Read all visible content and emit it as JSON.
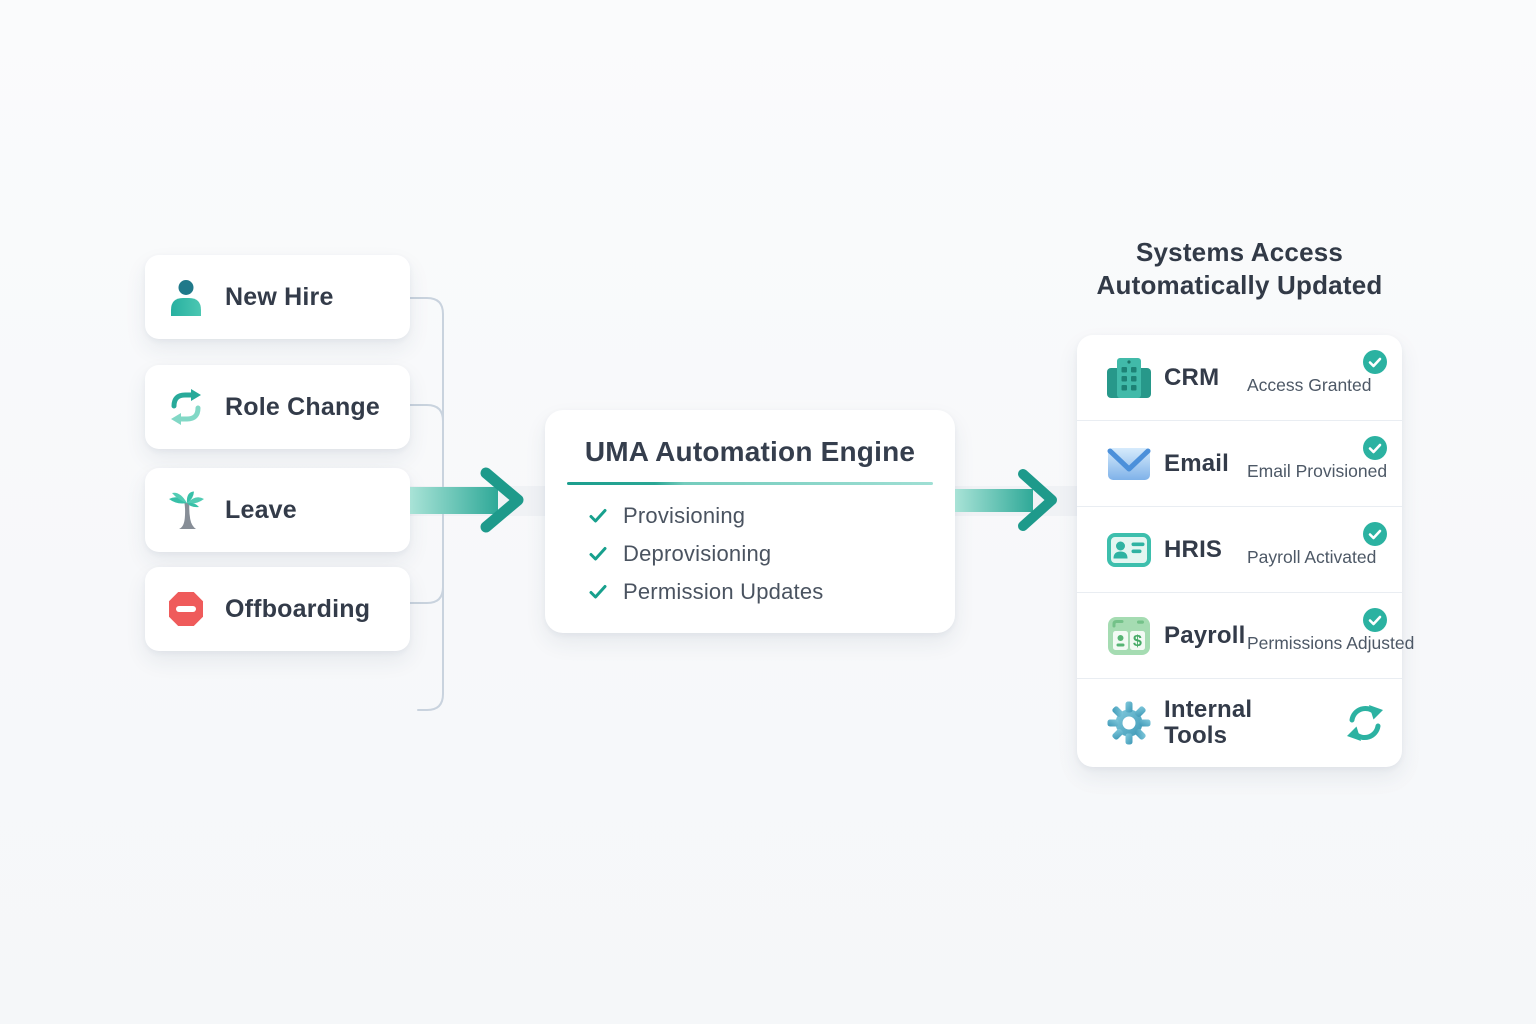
{
  "colors": {
    "accent_teal": "#2ab3a3",
    "arrow_dark": "#1e9a8b",
    "text_dark": "#333b49",
    "text_muted": "#4d5866",
    "offboarding_red": "#ef5b5b",
    "email_blue": "#4c90da",
    "payroll_green": "#57b574",
    "connector_gray": "#c9d3de"
  },
  "triggers": [
    {
      "label": "New Hire",
      "icon": "person-icon"
    },
    {
      "label": "Role Change",
      "icon": "swap-arrows-icon"
    },
    {
      "label": "Leave",
      "icon": "palm-tree-icon"
    },
    {
      "label": "Offboarding",
      "icon": "stop-sign-icon"
    }
  ],
  "engine": {
    "title": "UMA Automation Engine",
    "items": [
      {
        "label": "Provisioning"
      },
      {
        "label": "Deprovisioning"
      },
      {
        "label": "Permission Updates"
      }
    ]
  },
  "systems": {
    "heading": {
      "line1": "Systems Access",
      "line2": "Automatically Updated"
    },
    "rows": [
      {
        "name": "CRM",
        "status": "Access Granted",
        "icon": "building-icon",
        "badge": "check"
      },
      {
        "name": "Email",
        "status": "Email Provisioned",
        "icon": "envelope-icon",
        "badge": "check"
      },
      {
        "name": "HRIS",
        "status": "Payroll Activated",
        "icon": "id-card-icon",
        "badge": "check"
      },
      {
        "name": "Payroll",
        "status": "Permissions Adjusted",
        "icon": "calculator-icon",
        "badge": "check"
      },
      {
        "name": "Internal Tools",
        "status": "",
        "icon": "gear-icon",
        "badge": "sync"
      }
    ]
  },
  "payroll_icon": {
    "currency_symbol": "$"
  }
}
